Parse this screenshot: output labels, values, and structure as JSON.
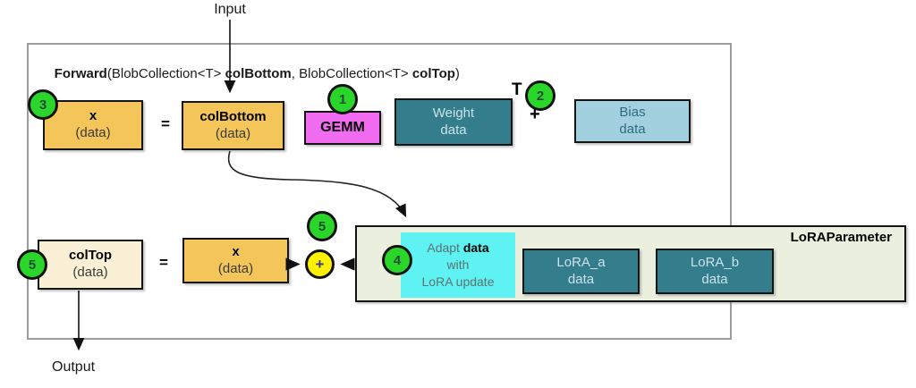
{
  "labels": {
    "input": "Input",
    "output": "Output"
  },
  "signature": {
    "fn": "Forward",
    "part1": "(BlobCollection<T> ",
    "param1": "colBottom",
    "part2": ", BlobCollection<T> ",
    "param2": "colTop",
    "part3": ")"
  },
  "row1": {
    "x_box": {
      "title": "x",
      "subtitle": "(data)"
    },
    "equals": "=",
    "colbottom_box": {
      "title": "colBottom",
      "subtitle": "(data)"
    },
    "gemm_box": {
      "label": "GEMM"
    },
    "weight_box": {
      "line1": "Weight",
      "line2": "data"
    },
    "transpose": "T",
    "plus": "+",
    "bias_box": {
      "line1": "Bias",
      "line2": "data"
    }
  },
  "row2": {
    "coltop_box": {
      "title": "colTop",
      "subtitle": "(data)"
    },
    "equals": "=",
    "x_box": {
      "title": "x",
      "subtitle": "(data)"
    },
    "plus_circle": "+",
    "lora_panel": {
      "title": "LoRAParameter",
      "adapt_box": {
        "line1_pre": "Adapt ",
        "line1_bold": "data",
        "line2": "with",
        "line3": "LoRA update"
      },
      "lora_a_box": {
        "line1": "LoRA_a",
        "line2": "data"
      },
      "lora_b_box": {
        "line1": "LoRA_b",
        "line2": "data"
      }
    }
  },
  "badges": {
    "step1": "1",
    "step2": "2",
    "step3": "3",
    "step4": "4",
    "step5_left": "5",
    "step5_top": "5"
  },
  "colors": {
    "golden": "#F4C659",
    "cream": "#FAF0D6",
    "magenta": "#F16CF1",
    "teal_dark": "#337D8D",
    "blue_light": "#A3D0DE",
    "cyan": "#5EF2F2",
    "sage": "#EAEFDE",
    "green_badge": "#2BD62B",
    "yellow_circle": "#FFF100"
  }
}
